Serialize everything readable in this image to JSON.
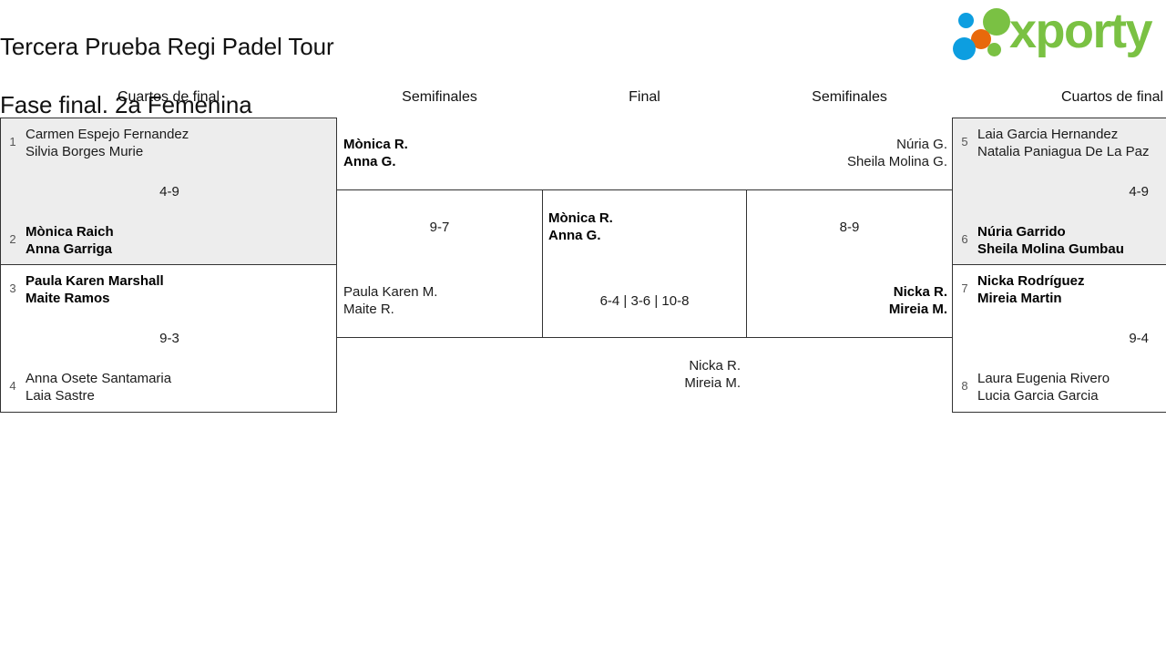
{
  "header": {
    "title_line1": "Tercera Prueba Regi Padel Tour",
    "title_line2": "Fase final. 2a Femenina",
    "logo_word": "xporty"
  },
  "rounds": {
    "qf_left": "Cuartos de final",
    "sf_left": "Semifinales",
    "final": "Final",
    "sf_right": "Semifinales",
    "qf_right": "Cuartos de final"
  },
  "bracket": {
    "quarterfinals": [
      {
        "id": "qf1",
        "top": {
          "seed": "1",
          "player1": "Carmen Espejo Fernandez",
          "player2": "Silvia Borges Murie",
          "winner": false
        },
        "bottom": {
          "seed": "2",
          "player1": "Mònica Raich",
          "player2": "Anna Garriga",
          "winner": true
        },
        "score": "4-9"
      },
      {
        "id": "qf2",
        "top": {
          "seed": "3",
          "player1": "Paula Karen Marshall",
          "player2": "Maite Ramos",
          "winner": true
        },
        "bottom": {
          "seed": "4",
          "player1": "Anna Osete Santamaria",
          "player2": "Laia Sastre",
          "winner": false
        },
        "score": "9-3"
      },
      {
        "id": "qf3",
        "top": {
          "seed": "5",
          "player1": "Laia Garcia Hernandez",
          "player2": "Natalia Paniagua De La Paz",
          "winner": false
        },
        "bottom": {
          "seed": "6",
          "player1": "Núria Garrido",
          "player2": "Sheila Molina Gumbau",
          "winner": true
        },
        "score": "4-9"
      },
      {
        "id": "qf4",
        "top": {
          "seed": "7",
          "player1": "Nicka Rodríguez",
          "player2": "Mireia Martin",
          "winner": true
        },
        "bottom": {
          "seed": "8",
          "player1": "Laura Eugenia Rivero",
          "player2": "Lucia Garcia Garcia",
          "winner": false
        },
        "score": "9-4"
      }
    ],
    "semifinals": [
      {
        "id": "sf-left",
        "top": {
          "player1": "Mònica R.",
          "player2": "Anna G.",
          "winner": true
        },
        "bottom": {
          "player1": "Paula Karen M.",
          "player2": "Maite R.",
          "winner": false
        },
        "score": "9-7"
      },
      {
        "id": "sf-right",
        "top": {
          "player1": "Núria G.",
          "player2": "Sheila Molina G.",
          "winner": false
        },
        "bottom": {
          "player1": "Nicka R.",
          "player2": "Mireia M.",
          "winner": true
        },
        "score": "8-9"
      }
    ],
    "final": {
      "id": "final",
      "top": {
        "player1": "Mònica R.",
        "player2": "Anna G.",
        "winner": true
      },
      "bottom": {
        "player1": "Nicka R.",
        "player2": "Mireia M.",
        "winner": false
      },
      "score": "6-4 | 3-6 | 10-8"
    }
  },
  "colors": {
    "brand_green": "#7ac143",
    "brand_blue": "#0d9ee0",
    "brand_orange": "#e8690b",
    "box_border": "#333333",
    "row_highlight": "#ededed"
  }
}
